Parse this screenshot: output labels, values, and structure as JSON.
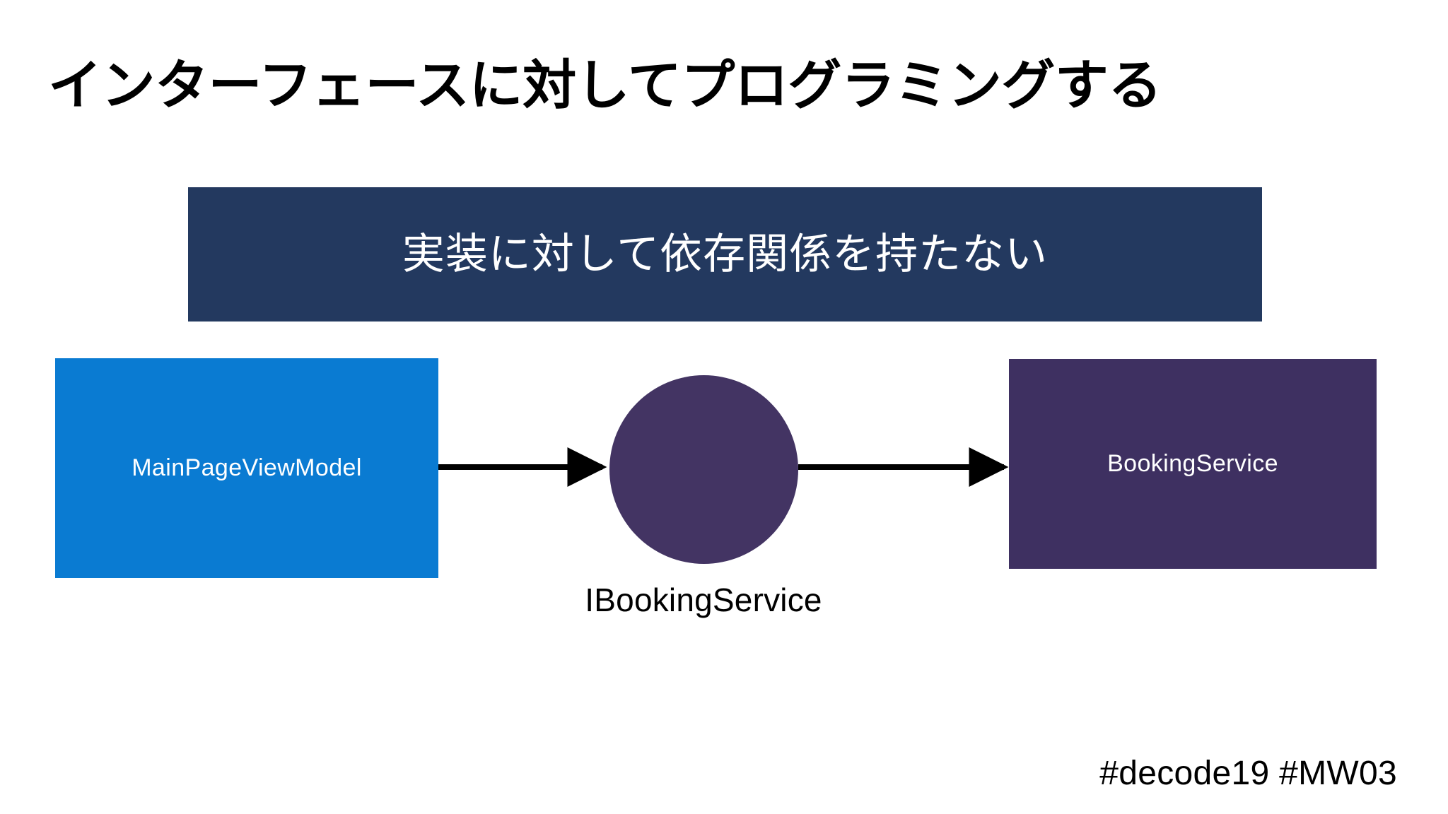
{
  "slide": {
    "title": "インターフェースに対してプログラミングする",
    "background_color": "#FFFFFF",
    "footer": "#decode19 #MW03"
  },
  "banner": {
    "text": "実装に対して依存関係を持たない",
    "background_color": "#23395F",
    "text_color": "#FFFFFF"
  },
  "diagram": {
    "client": {
      "label": "MainPageViewModel",
      "shape": "rectangle",
      "fill": "#0A7BD2",
      "text_color": "#FFFFFF"
    },
    "interface": {
      "label": "IBookingService",
      "shape": "circle",
      "fill": "#433463",
      "text_color": "#000000"
    },
    "service": {
      "label": "BookingService",
      "shape": "rectangle",
      "fill": "#3E3061",
      "text_color": "#FFFFFF"
    },
    "connectors": [
      {
        "name": "client-to-interface",
        "from": "MainPageViewModel",
        "to": "IBookingService",
        "style": "arrow",
        "color": "#000000"
      },
      {
        "name": "interface-to-service",
        "from": "IBookingService",
        "to": "BookingService",
        "style": "arrow",
        "color": "#000000"
      }
    ]
  }
}
